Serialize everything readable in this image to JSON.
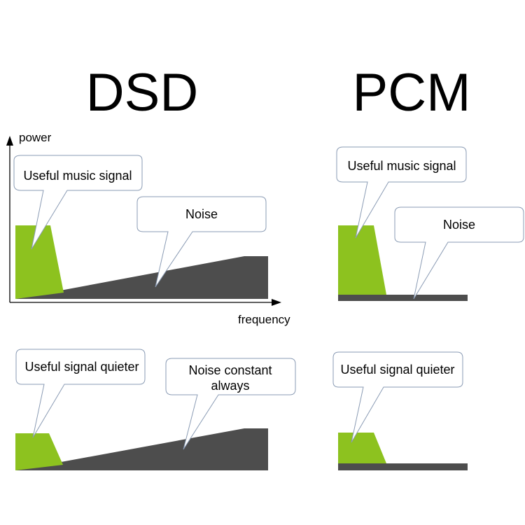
{
  "titles": {
    "left": "DSD",
    "right": "PCM"
  },
  "axes": {
    "y_label": "power",
    "x_label": "frequency"
  },
  "callouts": {
    "dsd_top_signal": "Useful music signal",
    "dsd_top_noise": "Noise",
    "pcm_top_signal": "Useful music signal",
    "pcm_top_noise": "Noise",
    "dsd_bottom_signal": "Useful signal quieter",
    "dsd_bottom_noise_line1": "Noise constant",
    "dsd_bottom_noise_line2": "always",
    "pcm_bottom_signal": "Useful signal quieter"
  },
  "colors": {
    "signal": "#8dc21f",
    "noise": "#4d4d4d",
    "bubble_stroke": "#8a9bb4"
  }
}
